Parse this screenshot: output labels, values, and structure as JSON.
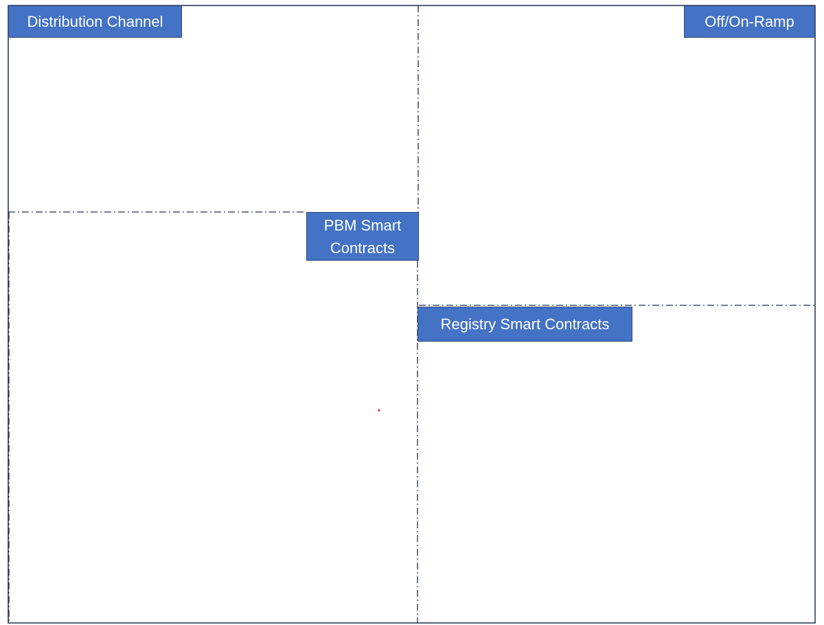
{
  "zones": {
    "distribution_channel": {
      "label": "Distribution Channel"
    },
    "off_on_ramp": {
      "label": "Off/On-Ramp"
    },
    "pbm_smart_contracts": {
      "label": "PBM Smart\nContracts"
    },
    "registry_smart_contracts": {
      "label": "Registry Smart Contracts"
    }
  },
  "colors": {
    "label_fill": "#4472c4",
    "label_border": "#2f4a78",
    "label_text": "#ffffff",
    "frame_line": "#1f2d4d",
    "marker_dot": "#e02020"
  }
}
